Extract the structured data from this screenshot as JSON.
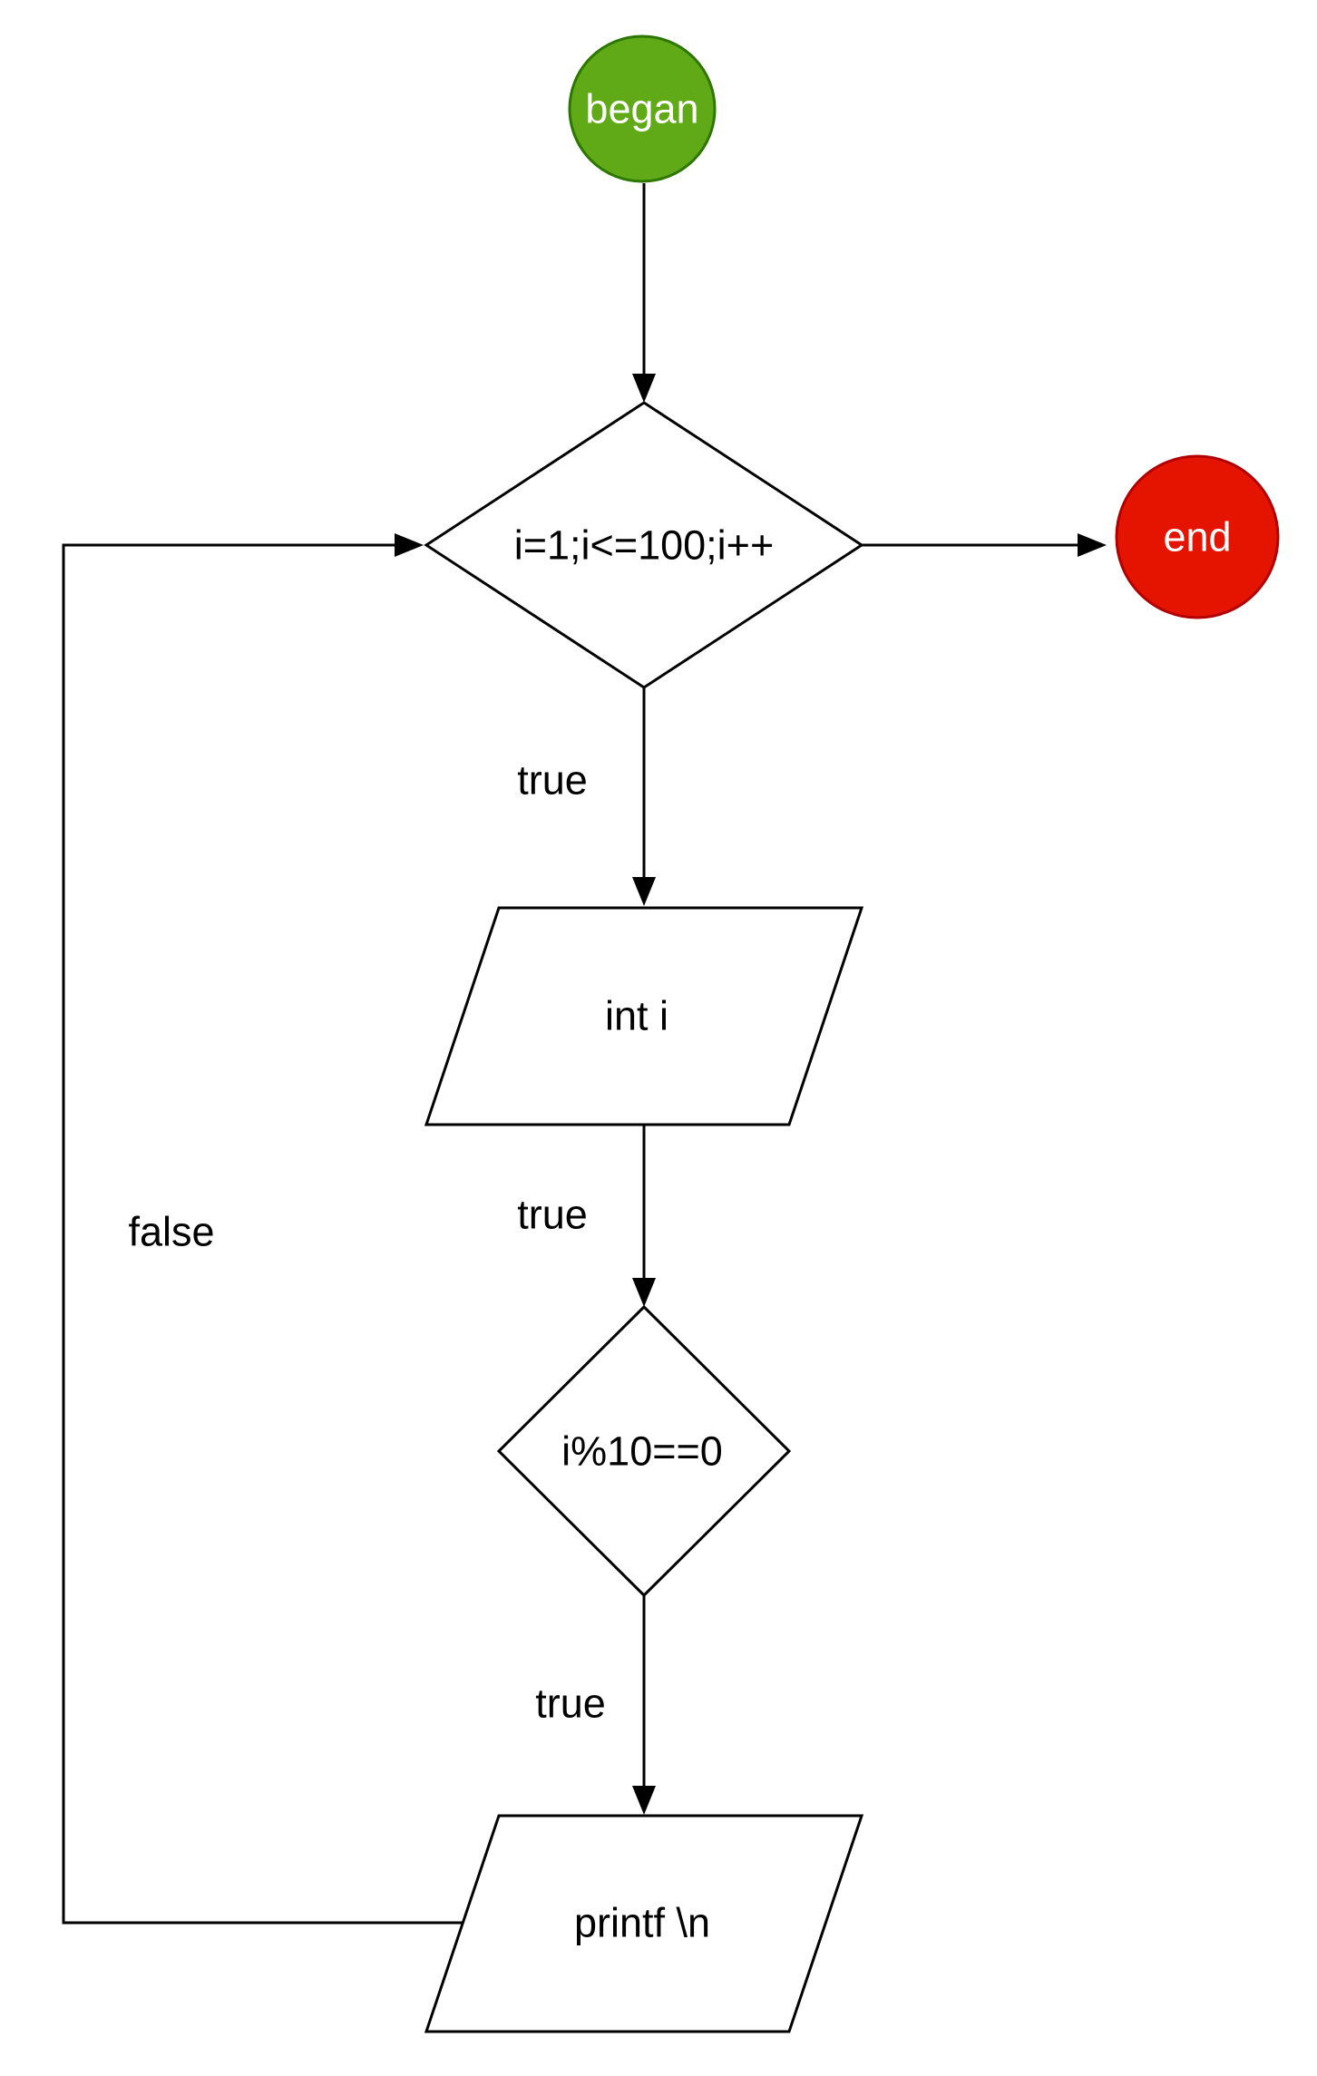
{
  "diagram": {
    "type": "flowchart",
    "colors": {
      "start_fill": "#60a917",
      "start_stroke": "#2d7600",
      "end_fill": "#e51400",
      "end_stroke": "#b20000",
      "line": "#000000"
    },
    "nodes": {
      "start": {
        "label": "began",
        "shape": "circle"
      },
      "loop_condition": {
        "label": "i=1;i<=100;i++",
        "shape": "diamond"
      },
      "end": {
        "label": "end",
        "shape": "circle"
      },
      "declare": {
        "label": "int i",
        "shape": "parallelogram"
      },
      "mod_check": {
        "label": "i%10==0",
        "shape": "diamond"
      },
      "print_newline": {
        "label": "printf \\n",
        "shape": "parallelogram"
      }
    },
    "edges": [
      {
        "from": "began",
        "to": "i=1;i<=100;i++",
        "label": ""
      },
      {
        "from": "i=1;i<=100;i++",
        "to": "end",
        "label": ""
      },
      {
        "from": "i=1;i<=100;i++",
        "to": "int i",
        "label": "true"
      },
      {
        "from": "int i",
        "to": "i%10==0",
        "label": "true"
      },
      {
        "from": "i%10==0",
        "to": "printf \\n",
        "label": "true"
      },
      {
        "from": "printf \\n",
        "to": "i=1;i<=100;i++",
        "label": "false"
      }
    ],
    "edge_labels": {
      "loop_true": "true",
      "declare_true": "true",
      "mod_true": "true",
      "back_false": "false"
    }
  }
}
